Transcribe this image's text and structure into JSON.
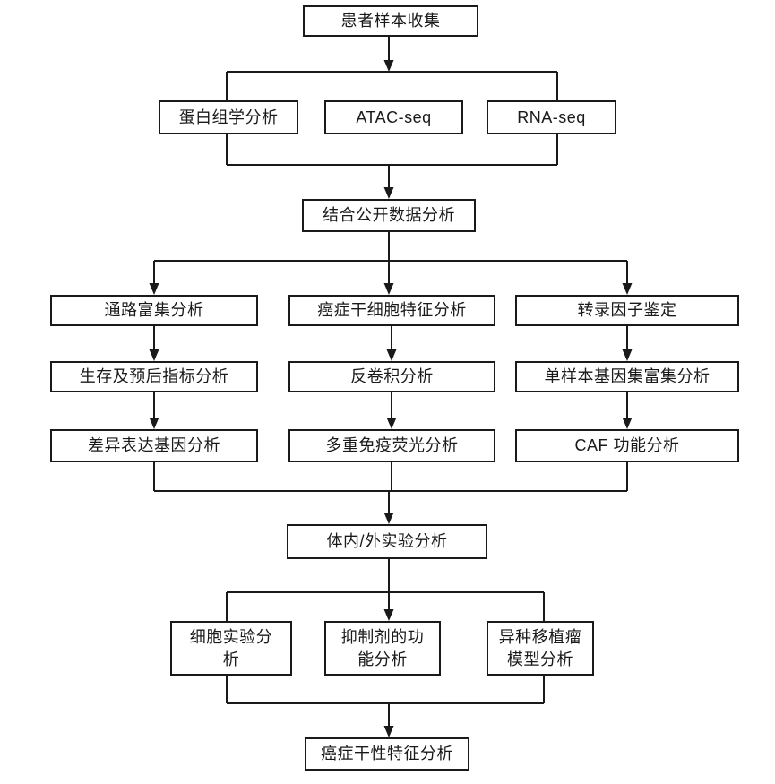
{
  "diagram": {
    "background": "#ffffff",
    "line_color": "#1a1a1a",
    "box_border_color": "#1a1a1a",
    "box_fill_color": "#ffffff",
    "text_color": "#1a1a1a",
    "nodes": {
      "patient_sample": {
        "label": "患者样本收集"
      },
      "proteomics": {
        "label": "蛋白组学分析"
      },
      "atac_seq": {
        "label": "ATAC-seq"
      },
      "rna_seq": {
        "label": "RNA-seq"
      },
      "public_data": {
        "label": "结合公开数据分析"
      },
      "pathway_enrichment": {
        "label": "通路富集分析"
      },
      "csc_signature": {
        "label": "癌症干细胞特征分析"
      },
      "tf_identification": {
        "label": "转录因子鉴定"
      },
      "survival_prognosis": {
        "label": "生存及预后指标分析"
      },
      "deconvolution": {
        "label": "反卷积分析"
      },
      "ssgsea": {
        "label": "单样本基因集富集分析"
      },
      "deg": {
        "label": "差异表达基因分析"
      },
      "multiplex_if": {
        "label": "多重免疫荧光分析"
      },
      "caf_function": {
        "label": "CAF 功能分析"
      },
      "in_vivo_vitro": {
        "label": "体内/外实验分析"
      },
      "cell_experiment": {
        "label": "细胞实验分\n析"
      },
      "inhibitor_function": {
        "label": "抑制剂的功\n能分析"
      },
      "xenograft_model": {
        "label": "异种移植瘤\n模型分析"
      },
      "stemness_signature": {
        "label": "癌症干性特征分析"
      }
    },
    "edges": [
      {
        "from": "患者样本收集",
        "to": [
          "蛋白组学分析",
          "ATAC-seq",
          "RNA-seq"
        ]
      },
      {
        "from": [
          "蛋白组学分析",
          "ATAC-seq",
          "RNA-seq"
        ],
        "to": "结合公开数据分析"
      },
      {
        "from": "结合公开数据分析",
        "to": [
          "通路富集分析",
          "癌症干细胞特征分析",
          "转录因子鉴定"
        ]
      },
      {
        "from": "通路富集分析",
        "to": "生存及预后指标分析"
      },
      {
        "from": "生存及预后指标分析",
        "to": "差异表达基因分析"
      },
      {
        "from": "癌症干细胞特征分析",
        "to": "反卷积分析"
      },
      {
        "from": "反卷积分析",
        "to": "多重免疫荧光分析"
      },
      {
        "from": "转录因子鉴定",
        "to": "单样本基因集富集分析"
      },
      {
        "from": "单样本基因集富集分析",
        "to": "CAF 功能分析"
      },
      {
        "from": [
          "差异表达基因分析",
          "多重免疫荧光分析",
          "CAF 功能分析"
        ],
        "to": "体内/外实验分析"
      },
      {
        "from": "体内/外实验分析",
        "to": [
          "细胞实验分析",
          "抑制剂的功能分析",
          "异种移植瘤模型分析"
        ]
      },
      {
        "from": [
          "细胞实验分析",
          "抑制剂的功能分析",
          "异种移植瘤模型分析"
        ],
        "to": "癌症干性特征分析"
      }
    ]
  }
}
